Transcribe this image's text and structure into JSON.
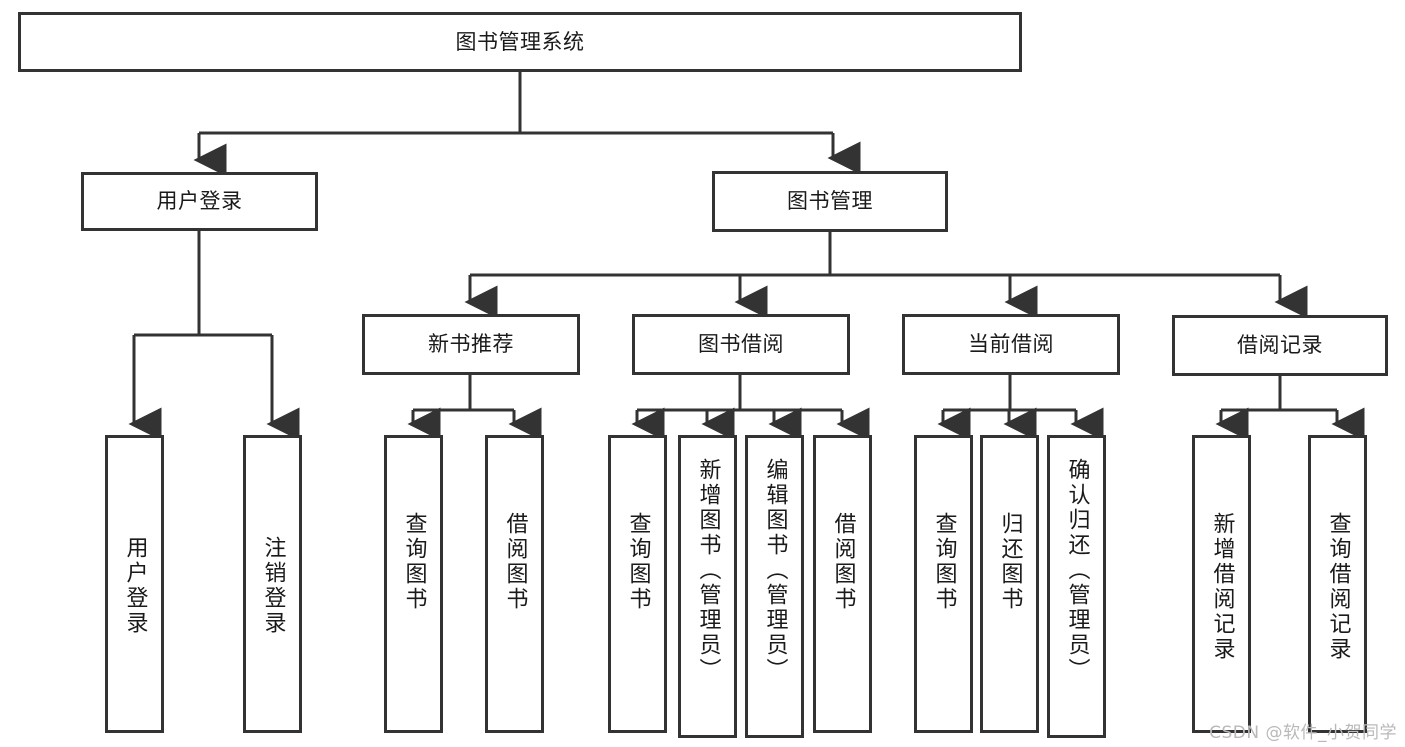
{
  "diagram": {
    "title": "图书管理系统",
    "type": "tree-hierarchy-diagram",
    "colors": {
      "stroke": "#333333",
      "fill": "#ffffff",
      "text": "#1a1a1a",
      "watermark": "#b9b9b9"
    },
    "root": {
      "label": "图书管理系统"
    },
    "level2": [
      {
        "label": "用户登录"
      },
      {
        "label": "图书管理"
      }
    ],
    "level3": [
      {
        "label": "新书推荐"
      },
      {
        "label": "图书借阅"
      },
      {
        "label": "当前借阅"
      },
      {
        "label": "借阅记录"
      }
    ],
    "leaves": {
      "user_login": [
        {
          "label": "用户登录"
        },
        {
          "label": "注销登录"
        }
      ],
      "new_book_recommend": [
        {
          "label": "查询图书"
        },
        {
          "label": "借阅图书"
        }
      ],
      "book_borrow": [
        {
          "label": "查询图书"
        },
        {
          "label": "新增图书（管理员）"
        },
        {
          "label": "编辑图书（管理员）"
        },
        {
          "label": "借阅图书"
        }
      ],
      "current_borrow": [
        {
          "label": "查询图书"
        },
        {
          "label": "归还图书"
        },
        {
          "label": "确认归还（管理员）"
        }
      ],
      "borrow_record": [
        {
          "label": "新增借阅记录"
        },
        {
          "label": "查询借阅记录"
        }
      ]
    }
  },
  "watermark": {
    "text": "CSDN @软件_小贺同学"
  }
}
